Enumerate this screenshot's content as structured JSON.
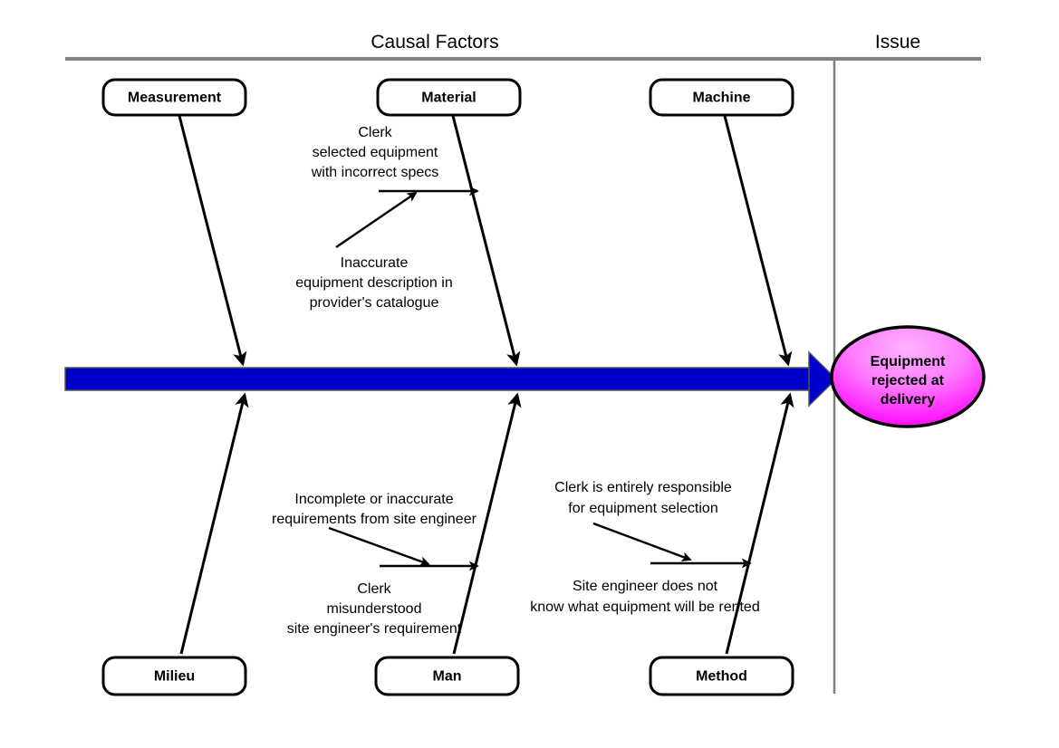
{
  "header": {
    "causal_title": "Causal Factors",
    "issue_title": "Issue"
  },
  "colors": {
    "spine": "#0000CC",
    "issue_fill_light": "#FF99FF",
    "issue_fill_dark": "#FF00FF",
    "rule": "#808080",
    "outline": "#000000"
  },
  "categories_top": [
    {
      "id": "measurement",
      "label": "Measurement"
    },
    {
      "id": "material",
      "label": "Material"
    },
    {
      "id": "machine",
      "label": "Machine"
    }
  ],
  "categories_bottom": [
    {
      "id": "milieu",
      "label": "Milieu"
    },
    {
      "id": "man",
      "label": "Man"
    },
    {
      "id": "method",
      "label": "Method"
    }
  ],
  "issue": {
    "lines": [
      "Equipment",
      "rejected at",
      "delivery"
    ]
  },
  "causes": [
    {
      "id": "material-primary",
      "branch": "material",
      "level": "primary",
      "lines": [
        "Clerk",
        "selected equipment",
        "with incorrect specs"
      ]
    },
    {
      "id": "material-secondary",
      "branch": "material",
      "level": "secondary",
      "lines": [
        "Inaccurate",
        "equipment description in",
        "provider's catalogue"
      ]
    },
    {
      "id": "man-primary",
      "branch": "man",
      "level": "primary",
      "lines": [
        "Incomplete or inaccurate",
        "requirements from site engineer"
      ]
    },
    {
      "id": "man-secondary",
      "branch": "man",
      "level": "secondary",
      "lines": [
        "Clerk",
        "misunderstood",
        "site engineer's requirement"
      ]
    },
    {
      "id": "method-primary",
      "branch": "method",
      "level": "primary",
      "lines": [
        "Clerk is entirely responsible",
        "for equipment selection"
      ]
    },
    {
      "id": "method-secondary",
      "branch": "method",
      "level": "secondary",
      "lines": [
        "Site engineer does not",
        "know what equipment will be rented"
      ]
    }
  ]
}
